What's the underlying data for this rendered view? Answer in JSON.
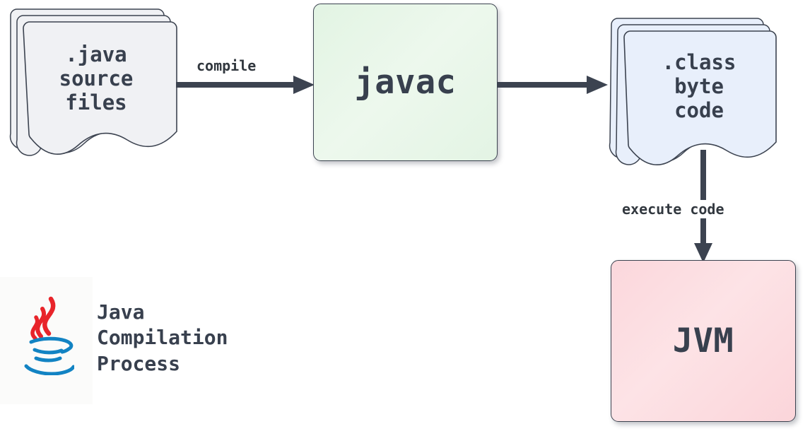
{
  "diagram": {
    "background": "#ffffff",
    "ink": "#38404e",
    "nodes": {
      "source_files": {
        "label": ".java\nsource\nfiles",
        "kind": "stacked-document",
        "fill": "#f0f1f4",
        "stroke": "#3c4350",
        "stack_count": 3
      },
      "javac": {
        "label": "javac",
        "kind": "rounded-rect",
        "fill": "#e8f6e9",
        "stroke": "#3c4350"
      },
      "class_files": {
        "label": ".class\nbyte\ncode",
        "kind": "stacked-document",
        "fill": "#e8effb",
        "stroke": "#3c4350",
        "stack_count": 3
      },
      "jvm": {
        "label": "JVM",
        "kind": "rounded-rect",
        "fill": "#fbdbdf",
        "stroke": "#3c4350"
      }
    },
    "edges": [
      {
        "id": "compile",
        "label": "compile",
        "from": "source_files",
        "to": "javac",
        "direction": "right"
      },
      {
        "id": "emit",
        "label": "",
        "from": "javac",
        "to": "class_files",
        "direction": "right"
      },
      {
        "id": "execute",
        "label": "execute code",
        "from": "class_files",
        "to": "jvm",
        "direction": "down"
      }
    ],
    "legend": {
      "title": "Java\nCompilation\nProcess",
      "logo_name": "java-logo",
      "logo_colors": {
        "steam": "#e8242a",
        "cup": "#1283c3",
        "panel": "#fbfbfa"
      }
    }
  }
}
